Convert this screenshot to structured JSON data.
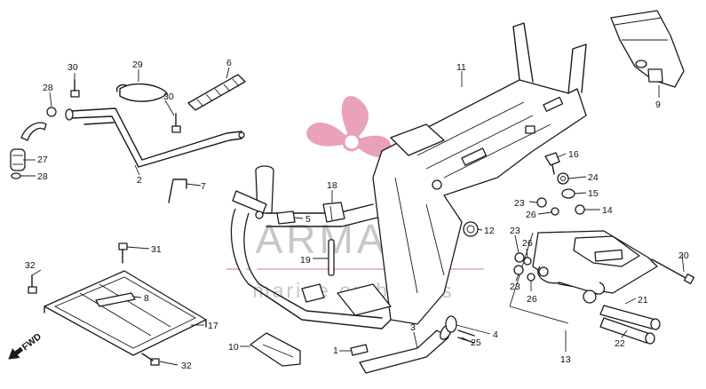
{
  "watermark": {
    "brand": "ARMADA",
    "tagline": "marine outboards",
    "logo_color": "#e58aa9"
  },
  "fwd_label": "FWD",
  "callouts": [
    {
      "id": "c1",
      "label": "1"
    },
    {
      "id": "c2",
      "label": "2"
    },
    {
      "id": "c3",
      "label": "3"
    },
    {
      "id": "c4",
      "label": "4"
    },
    {
      "id": "c5",
      "label": "5"
    },
    {
      "id": "c6",
      "label": "6"
    },
    {
      "id": "c7",
      "label": "7"
    },
    {
      "id": "c8",
      "label": "8"
    },
    {
      "id": "c9",
      "label": "9"
    },
    {
      "id": "c10",
      "label": "10"
    },
    {
      "id": "c11",
      "label": "11"
    },
    {
      "id": "c12",
      "label": "12"
    },
    {
      "id": "c13",
      "label": "13"
    },
    {
      "id": "c14",
      "label": "14"
    },
    {
      "id": "c15",
      "label": "15"
    },
    {
      "id": "c16",
      "label": "16"
    },
    {
      "id": "c17",
      "label": "17"
    },
    {
      "id": "c18",
      "label": "18"
    },
    {
      "id": "c19",
      "label": "19"
    },
    {
      "id": "c20",
      "label": "20"
    },
    {
      "id": "c21",
      "label": "21"
    },
    {
      "id": "c22",
      "label": "22"
    },
    {
      "id": "c23a",
      "label": "23"
    },
    {
      "id": "c23b",
      "label": "23"
    },
    {
      "id": "c23c",
      "label": "23"
    },
    {
      "id": "c24",
      "label": "24"
    },
    {
      "id": "c25",
      "label": "25"
    },
    {
      "id": "c26a",
      "label": "26"
    },
    {
      "id": "c26b",
      "label": "26"
    },
    {
      "id": "c26c",
      "label": "26"
    },
    {
      "id": "c27",
      "label": "27"
    },
    {
      "id": "c28a",
      "label": "28"
    },
    {
      "id": "c28b",
      "label": "28"
    },
    {
      "id": "c29",
      "label": "29"
    },
    {
      "id": "c30a",
      "label": "30"
    },
    {
      "id": "c30b",
      "label": "30"
    },
    {
      "id": "c31",
      "label": "31"
    },
    {
      "id": "c32a",
      "label": "32"
    },
    {
      "id": "c32b",
      "label": "32"
    }
  ]
}
